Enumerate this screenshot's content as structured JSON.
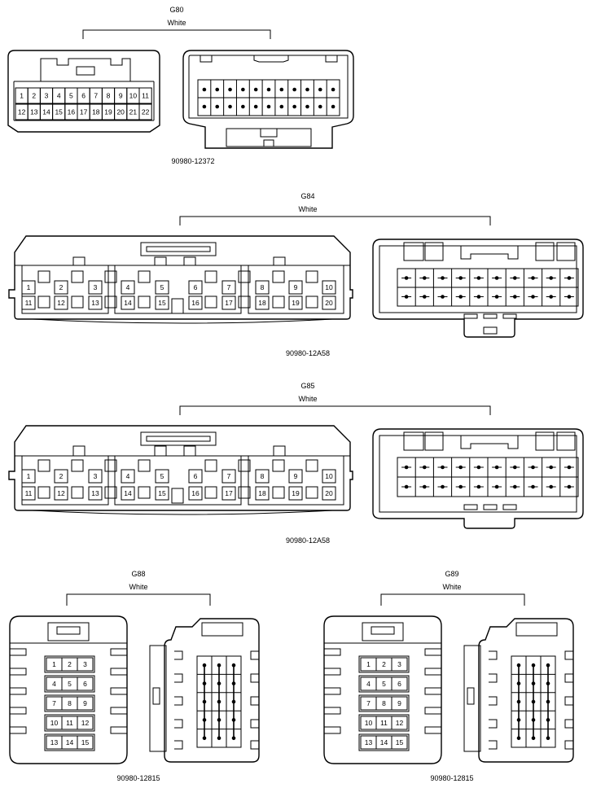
{
  "connectors": [
    {
      "id": "G80",
      "color": "White",
      "part_number": "90980-12372",
      "pins_row1": [
        "1",
        "2",
        "3",
        "4",
        "5",
        "6",
        "7",
        "8",
        "9",
        "10",
        "11"
      ],
      "pins_row2": [
        "12",
        "13",
        "14",
        "15",
        "16",
        "17",
        "18",
        "19",
        "20",
        "21",
        "22"
      ]
    },
    {
      "id": "G84",
      "color": "White",
      "part_number": "90980-12A58",
      "pins_row1": [
        "1",
        "2",
        "3",
        "4",
        "5",
        "6",
        "7",
        "8",
        "9",
        "10"
      ],
      "pins_row2": [
        "11",
        "12",
        "13",
        "14",
        "15",
        "16",
        "17",
        "18",
        "19",
        "20"
      ]
    },
    {
      "id": "G85",
      "color": "White",
      "part_number": "90980-12A58",
      "pins_row1": [
        "1",
        "2",
        "3",
        "4",
        "5",
        "6",
        "7",
        "8",
        "9",
        "10"
      ],
      "pins_row2": [
        "11",
        "12",
        "13",
        "14",
        "15",
        "16",
        "17",
        "18",
        "19",
        "20"
      ]
    },
    {
      "id": "G88",
      "color": "White",
      "part_number": "90980-12815",
      "pin_rows": [
        [
          "1",
          "2",
          "3"
        ],
        [
          "4",
          "5",
          "6"
        ],
        [
          "7",
          "8",
          "9"
        ],
        [
          "10",
          "11",
          "12"
        ],
        [
          "13",
          "14",
          "15"
        ]
      ]
    },
    {
      "id": "G89",
      "color": "White",
      "part_number": "90980-12815",
      "pin_rows": [
        [
          "1",
          "2",
          "3"
        ],
        [
          "4",
          "5",
          "6"
        ],
        [
          "7",
          "8",
          "9"
        ],
        [
          "10",
          "11",
          "12"
        ],
        [
          "13",
          "14",
          "15"
        ]
      ]
    }
  ]
}
